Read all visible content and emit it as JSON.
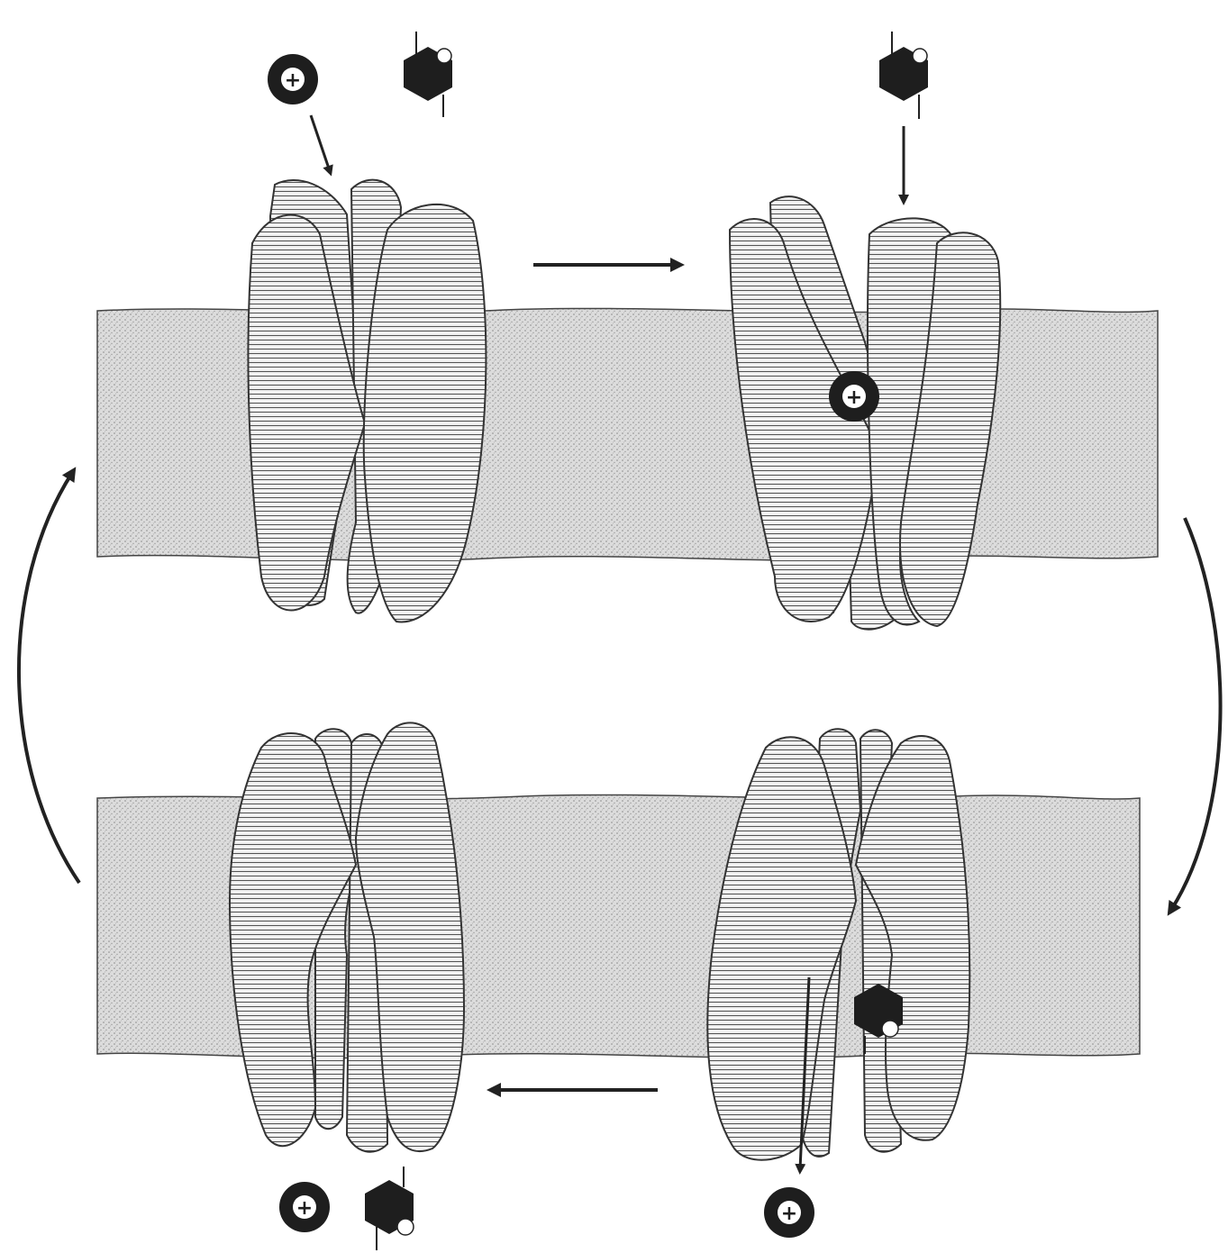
{
  "colors": {
    "background": "#ffffff",
    "ink": "#222222",
    "membrane": "#cfcfcf",
    "protein_fill": "#f2f2f2",
    "ion": "#1e1e1e",
    "ion_sign": "#ffffff"
  },
  "ion": {
    "sign": "+"
  },
  "panels": [
    {
      "id": "top-left",
      "state": "outward-open, empty, ion and sugar approaching"
    },
    {
      "id": "top-right",
      "state": "ion bound, sugar approaching"
    },
    {
      "id": "bottom-right",
      "state": "inward-open, ion and sugar bound, ion released"
    },
    {
      "id": "bottom-left",
      "state": "empty, ion and sugar released"
    }
  ],
  "arrows": [
    {
      "from": "top-left",
      "to": "top-right"
    },
    {
      "from": "top-right",
      "to": "bottom-right"
    },
    {
      "from": "bottom-right",
      "to": "bottom-left"
    },
    {
      "from": "bottom-left",
      "to": "top-left"
    }
  ],
  "icons": [
    "positive-ion-icon",
    "sugar-hexagon-icon"
  ]
}
